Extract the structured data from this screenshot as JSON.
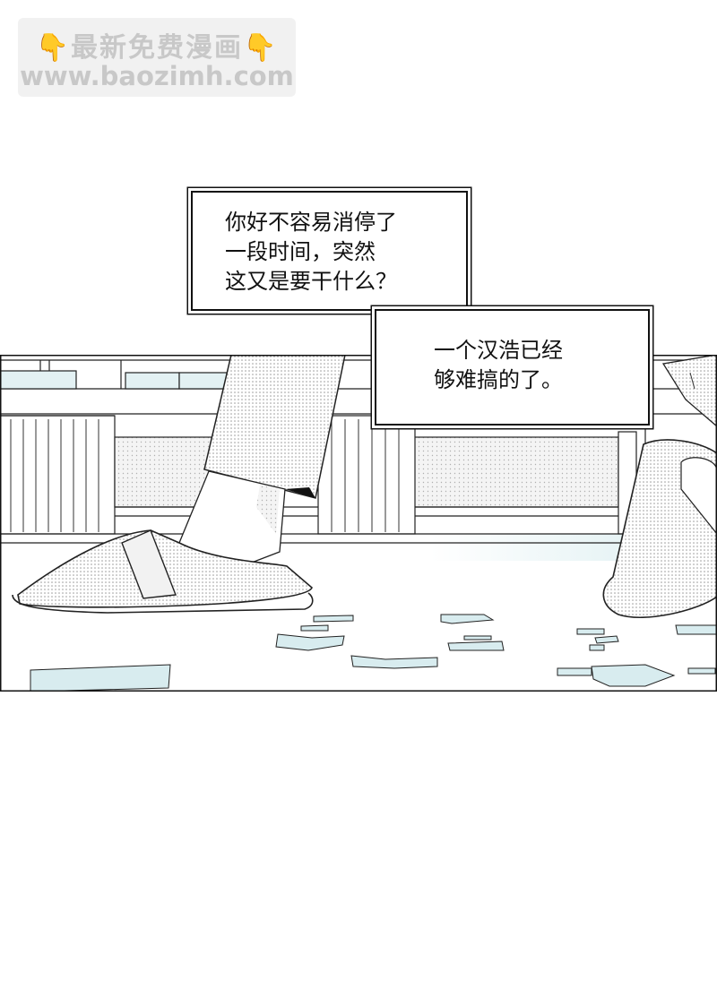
{
  "watermark": {
    "line1": "最新免费漫画",
    "line2": "www.baozimh.com",
    "hand_glyph": "👇"
  },
  "bubbles": [
    {
      "lines": [
        "你好不容易消停了",
        "一段时间，突然",
        "这又是要干什么？"
      ]
    },
    {
      "lines": [
        "一个汉浩已经",
        "够难搞的了。"
      ]
    }
  ],
  "colors": {
    "ink": "#111111",
    "ice": "#d8ecef",
    "tone": "#e6e6e6",
    "watermark_bg": "#f1f1f1"
  }
}
